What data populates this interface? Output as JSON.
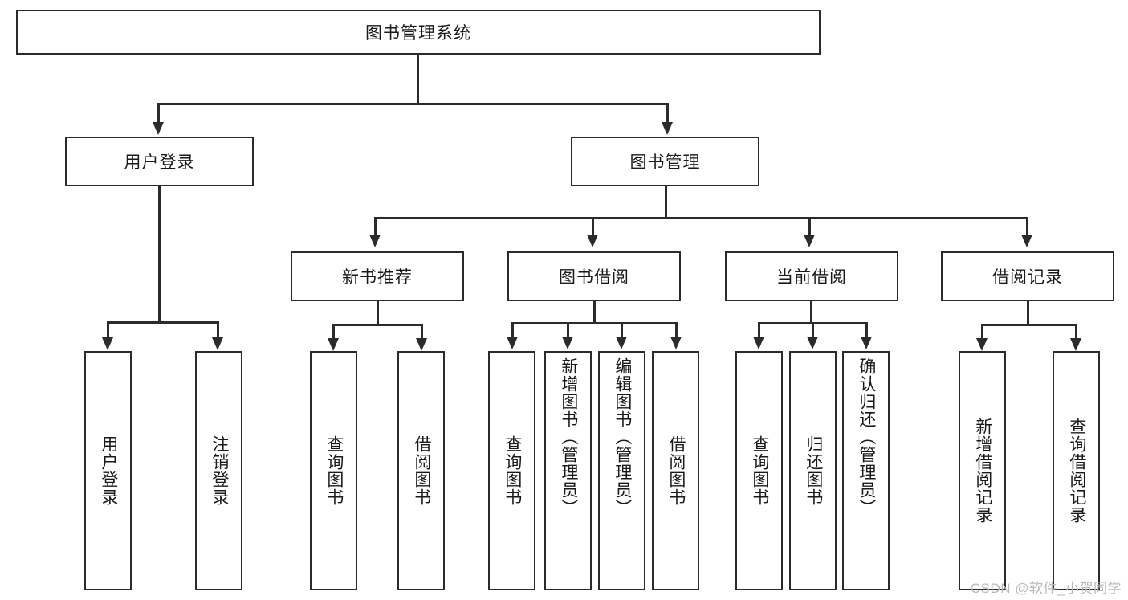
{
  "diagram": {
    "type": "tree-hierarchy",
    "title": "图书管理系统",
    "root": {
      "label": "图书管理系统"
    },
    "level1": [
      {
        "label": "用户登录"
      },
      {
        "label": "图书管理"
      }
    ],
    "level2": [
      {
        "label": "新书推荐"
      },
      {
        "label": "图书借阅"
      },
      {
        "label": "当前借阅"
      },
      {
        "label": "借阅记录"
      }
    ],
    "leaves": {
      "user_login": [
        {
          "label": "用户登录"
        },
        {
          "label": "注销登录"
        }
      ],
      "new_book_recommend": [
        {
          "label": "查询图书"
        },
        {
          "label": "借阅图书"
        }
      ],
      "book_borrow": [
        {
          "label": "查询图书"
        },
        {
          "label": "新增图书（管理员）"
        },
        {
          "label": "编辑图书（管理员）"
        },
        {
          "label": "借阅图书"
        }
      ],
      "current_borrow": [
        {
          "label": "查询图书"
        },
        {
          "label": "归还图书"
        },
        {
          "label": "确认归还（管理员）"
        }
      ],
      "borrow_record": [
        {
          "label": "新增借阅记录"
        },
        {
          "label": "查询借阅记录"
        }
      ]
    }
  },
  "watermark": {
    "text": "CSDN @软件_小贺同学"
  },
  "colors": {
    "stroke": "#2b2b2b",
    "fill": "#ffffff",
    "text": "#1a1a1a",
    "watermark": "#b9b9b9"
  }
}
